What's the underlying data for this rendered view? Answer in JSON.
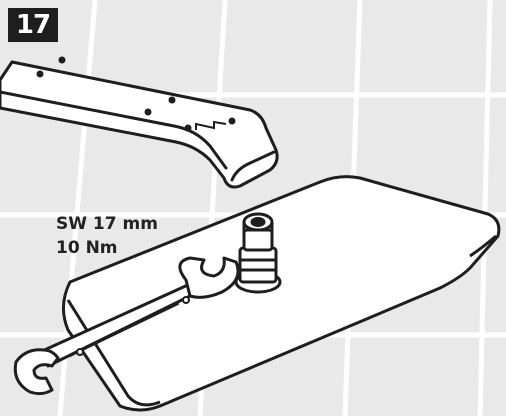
{
  "step": {
    "number": "17"
  },
  "annotations": {
    "wrench_size": "SW 17 mm",
    "torque": "10 Nm"
  },
  "colors": {
    "line": "#1e1e1e",
    "wall_tile": "#e9e9e9",
    "grout": "#ffffff",
    "part_fill": "#ffffff"
  },
  "icons": [
    "shower-arm",
    "shower-head-plate",
    "threaded-connector",
    "open-end-wrench"
  ]
}
